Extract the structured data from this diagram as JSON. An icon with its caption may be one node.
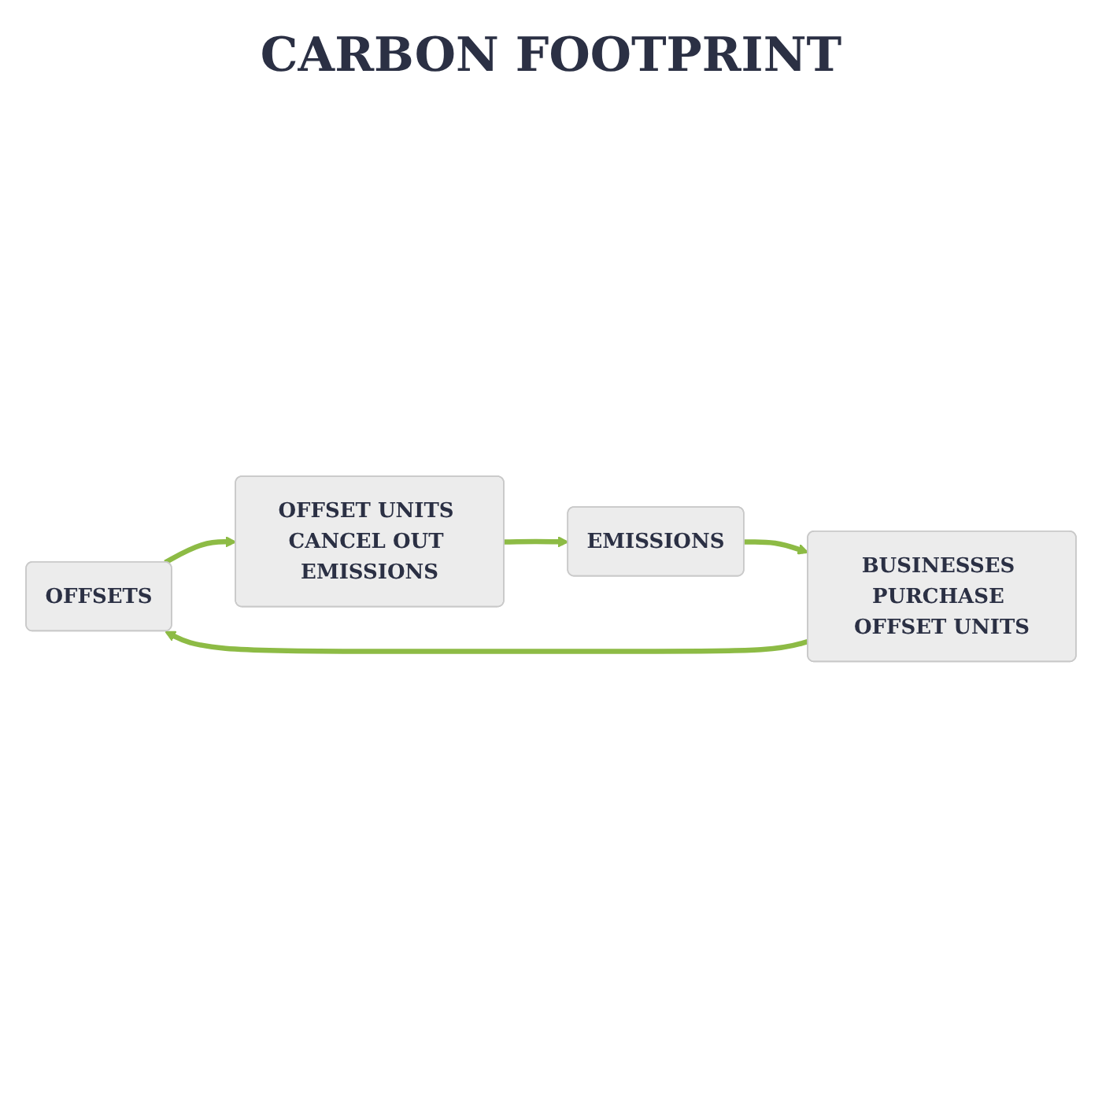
{
  "diagram": {
    "title": "CARBON FOOTPRINT",
    "nodes": [
      {
        "text": [
          "OFFSETS"
        ]
      },
      {
        "text": [
          "OFFSET UNITS CANCEL OUT EMISSIONS"
        ]
      },
      {
        "text": [
          "EMISSIONS"
        ]
      },
      {
        "text": [
          "BUSINESSES PURCHASE OFFSET UNITS"
        ]
      }
    ],
    "edges": [
      {
        "from": 0,
        "to": 1,
        "arrow": "to"
      },
      {
        "from": 1,
        "to": 2,
        "arrow": "to"
      },
      {
        "from": 2,
        "to": 3,
        "arrow": "to"
      },
      {
        "from": 3,
        "to": 0,
        "arrow": "to"
      }
    ]
  }
}
